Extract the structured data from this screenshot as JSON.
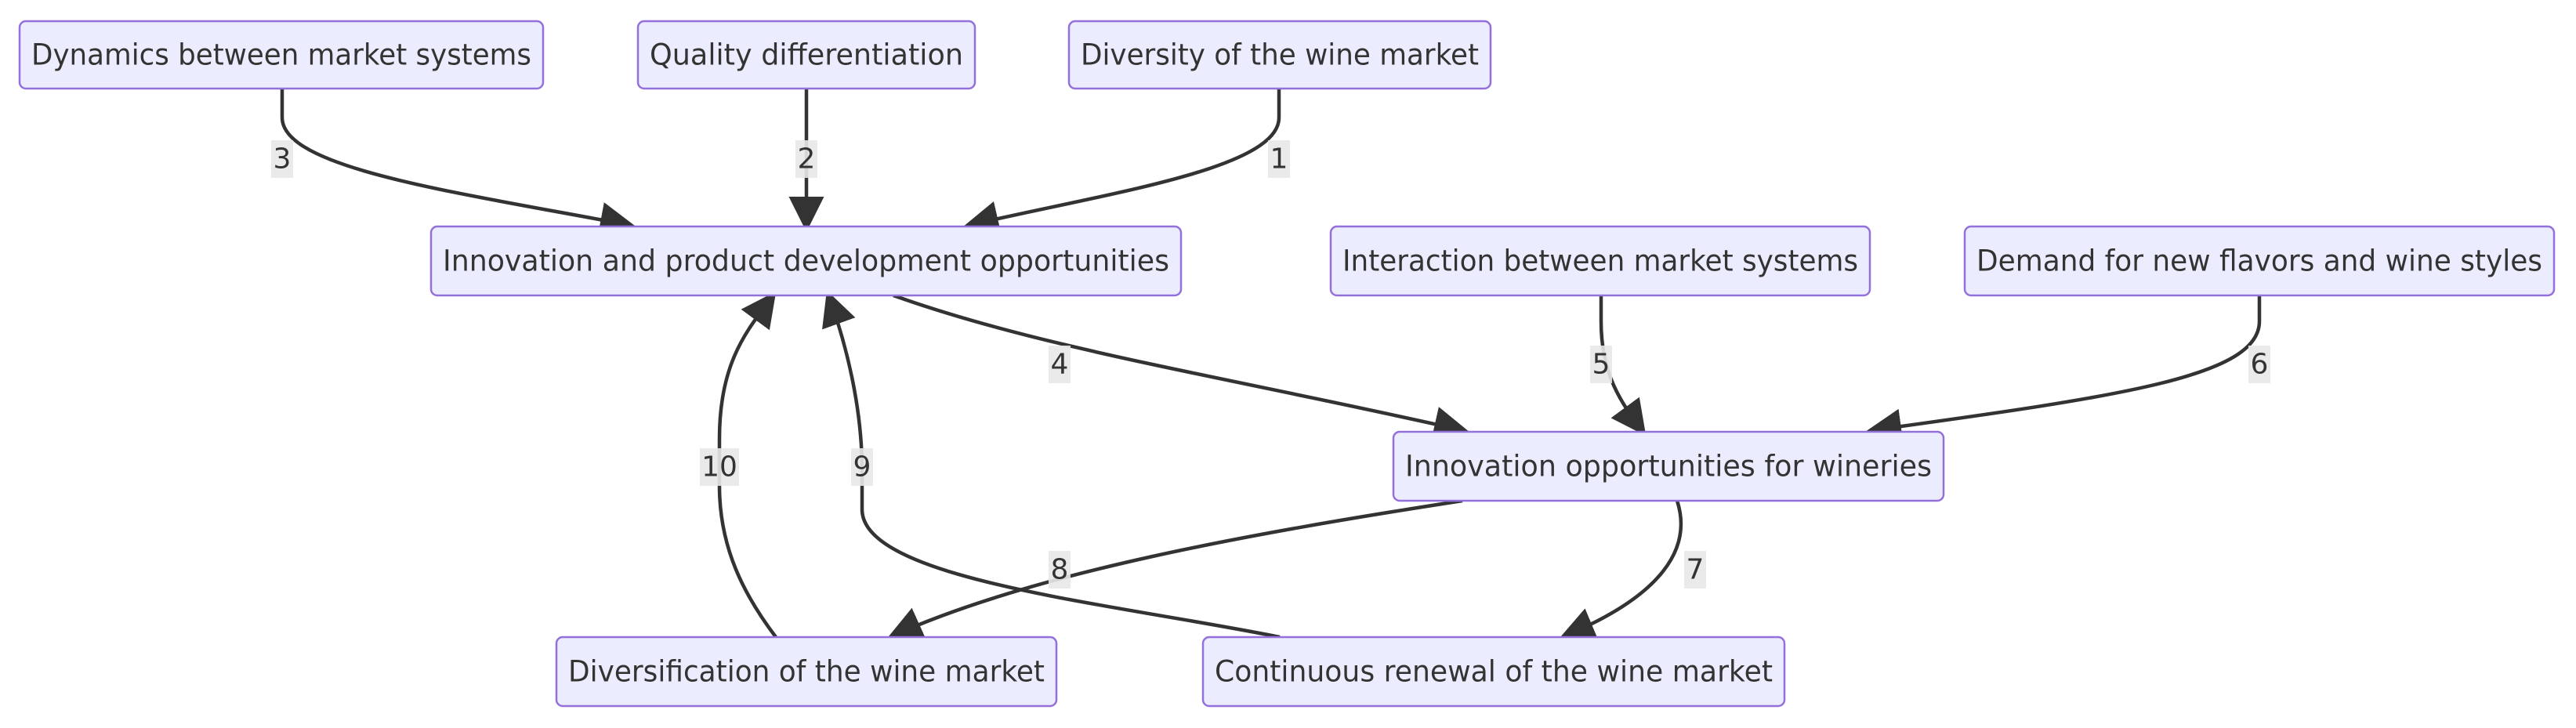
{
  "diagram": {
    "type": "flowchart",
    "nodes": [
      {
        "id": "dynamics",
        "label": "Dynamics between market systems"
      },
      {
        "id": "quality",
        "label": "Quality differentiation"
      },
      {
        "id": "diversity",
        "label": "Diversity of the wine market"
      },
      {
        "id": "innovation_product",
        "label": "Innovation and product development opportunities"
      },
      {
        "id": "interaction",
        "label": "Interaction between market systems"
      },
      {
        "id": "demand",
        "label": "Demand for new flavors and wine styles"
      },
      {
        "id": "innovation_wineries",
        "label": "Innovation opportunities for wineries"
      },
      {
        "id": "diversification",
        "label": "Diversification of the wine market"
      },
      {
        "id": "renewal",
        "label": "Continuous renewal of the wine market"
      }
    ],
    "edges": [
      {
        "id": "e1",
        "from": "diversity",
        "to": "innovation_product",
        "label": "1"
      },
      {
        "id": "e2",
        "from": "quality",
        "to": "innovation_product",
        "label": "2"
      },
      {
        "id": "e3",
        "from": "dynamics",
        "to": "innovation_product",
        "label": "3"
      },
      {
        "id": "e4",
        "from": "innovation_product",
        "to": "innovation_wineries",
        "label": "4"
      },
      {
        "id": "e5",
        "from": "interaction",
        "to": "innovation_wineries",
        "label": "5"
      },
      {
        "id": "e6",
        "from": "demand",
        "to": "innovation_wineries",
        "label": "6"
      },
      {
        "id": "e7",
        "from": "innovation_wineries",
        "to": "renewal",
        "label": "7"
      },
      {
        "id": "e8",
        "from": "innovation_wineries",
        "to": "diversification",
        "label": "8"
      },
      {
        "id": "e9",
        "from": "renewal",
        "to": "innovation_product",
        "label": "9"
      },
      {
        "id": "e10",
        "from": "diversification",
        "to": "innovation_product",
        "label": "10"
      }
    ]
  },
  "colors": {
    "node_fill": "#ECECFF",
    "node_border": "#9370DB",
    "edge": "#333333",
    "text": "#333333",
    "edge_label_bg": "#e8e8e8"
  }
}
